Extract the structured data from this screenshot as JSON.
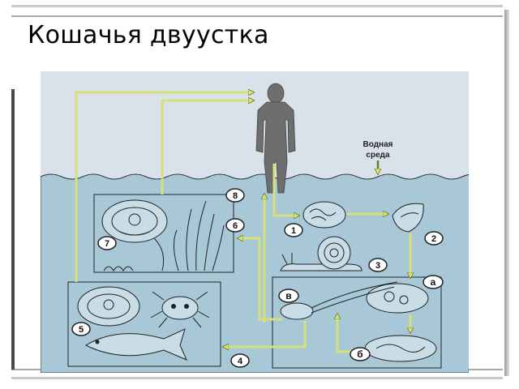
{
  "slide": {
    "title": "Кошачья двуустка"
  },
  "diagram": {
    "water_label_line1": "Водная",
    "water_label_line2": "среда",
    "stages": [
      {
        "id": "s1",
        "label": "1"
      },
      {
        "id": "s2",
        "label": "2"
      },
      {
        "id": "s3",
        "label": "3"
      },
      {
        "id": "s4",
        "label": "4"
      },
      {
        "id": "s5",
        "label": "5"
      },
      {
        "id": "s6",
        "label": "6"
      },
      {
        "id": "s7",
        "label": "7"
      },
      {
        "id": "s8",
        "label": "8"
      },
      {
        "id": "sa",
        "label": "а"
      },
      {
        "id": "sb",
        "label": "б"
      },
      {
        "id": "sv",
        "label": "в"
      }
    ],
    "colors": {
      "sky": "#d9e2ea",
      "water": "#a8c8d8",
      "arrow": "#d8e07a",
      "arrow_edge": "#6d7a1e",
      "human": "#6e6e6e",
      "line": "#222222"
    }
  }
}
